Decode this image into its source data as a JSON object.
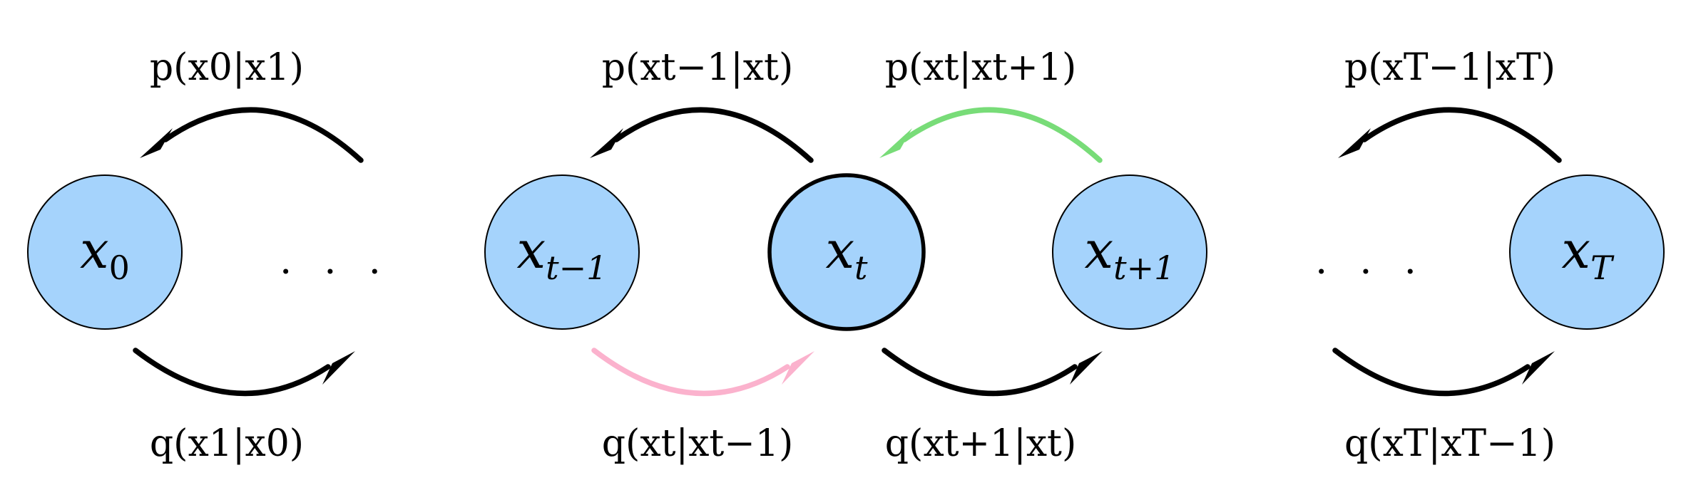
{
  "colors": {
    "node_fill": "#a5d3fc",
    "arrow_default": "#000000",
    "arrow_green": "#78dc78",
    "arrow_pink": "#fbb2cd"
  },
  "nodes": [
    {
      "id": "x0",
      "var": "x",
      "sub": "0"
    },
    {
      "id": "xtm1",
      "var": "x",
      "sub": "t−1"
    },
    {
      "id": "xt",
      "var": "x",
      "sub": "t",
      "highlighted": true
    },
    {
      "id": "xtp1",
      "var": "x",
      "sub": "t+1"
    },
    {
      "id": "xT",
      "var": "x",
      "sub": "T"
    }
  ],
  "ellipses": [
    "· · ·",
    "· · ·"
  ],
  "reverse_labels": [
    "p(x0|x1)",
    "p(xt−1|xt)",
    "p(xt|xt+1)",
    "p(xT−1|xT)"
  ],
  "forward_labels": [
    "q(x1|x0)",
    "q(xt|xt−1)",
    "q(xt+1|xt)",
    "q(xT|xT−1)"
  ],
  "arrows": [
    {
      "dir": "reverse",
      "color": "black"
    },
    {
      "dir": "reverse",
      "color": "black"
    },
    {
      "dir": "reverse",
      "color": "green"
    },
    {
      "dir": "reverse",
      "color": "black"
    },
    {
      "dir": "forward",
      "color": "black"
    },
    {
      "dir": "forward",
      "color": "pink"
    },
    {
      "dir": "forward",
      "color": "black"
    },
    {
      "dir": "forward",
      "color": "black"
    }
  ]
}
